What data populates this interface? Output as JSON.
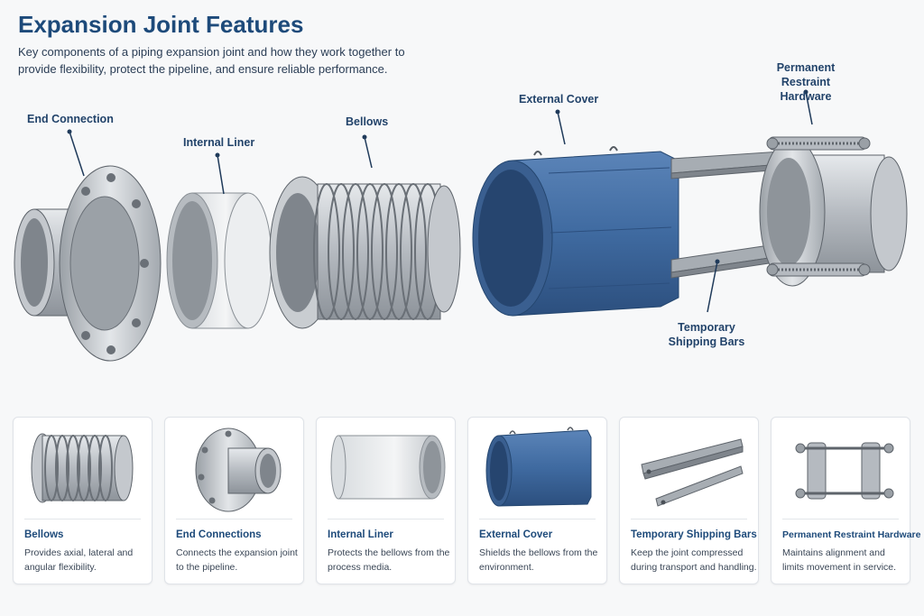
{
  "header": {
    "title": "Expansion Joint Features",
    "subtitle": "Key components of a piping expansion joint and how they work together to provide flexibility, protect the pipeline, and ensure reliable performance."
  },
  "callouts": {
    "end_connection": "End Connection",
    "internal_liner": "Internal Liner",
    "bellows": "Bellows",
    "external_cover": "External Cover",
    "permanent_restraint": "Permanent Restraint Hardware",
    "temporary_bars": "Temporary Shipping Bars"
  },
  "cards": [
    {
      "title": "Bellows",
      "desc": "Provides axial, lateral and angular flexibility."
    },
    {
      "title": "End Connections",
      "desc": "Connects the expansion joint to the pipeline."
    },
    {
      "title": "Internal Liner",
      "desc": "Protects the bellows from the process media."
    },
    {
      "title": "External Cover",
      "desc": "Shields the bellows from the environment."
    },
    {
      "title": "Temporary Shipping Bars",
      "desc": "Keep the joint compressed during transport and handling."
    },
    {
      "title": "Permanent Restraint Hardware",
      "desc": "Maintains alignment and limits movement in service."
    }
  ],
  "colors": {
    "title": "#1d4a7a",
    "steel": "#b9bec4",
    "cover_blue": "#3f6aa0",
    "leader": "#1f3a5a"
  }
}
